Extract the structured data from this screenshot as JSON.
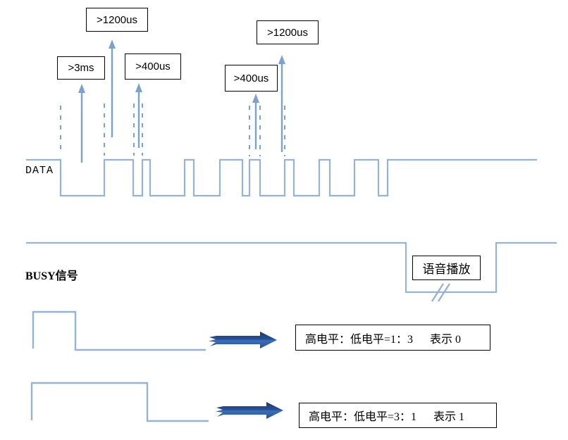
{
  "timing_boxes": {
    "box_1200us_a": ">1200us",
    "box_3ms": ">3ms",
    "box_400us_a": ">400us",
    "box_400us_b": ">400us",
    "box_1200us_b": ">1200us"
  },
  "data_signal": {
    "label": "DATA"
  },
  "busy_signal": {
    "label": "BUSY信号",
    "voice_play": "语音播放"
  },
  "encoding": {
    "bit0": "高电平：低电平=1：3      表示 0",
    "bit1": "高电平：低电平=3：1      表示 1"
  },
  "colors": {
    "waveform": "#95B3D7",
    "measure_arrow": "#7BA2CE",
    "big_arrow_dark": "#1E3C6E",
    "big_arrow_light": "#3E6DB5",
    "box_border": "#000000"
  }
}
